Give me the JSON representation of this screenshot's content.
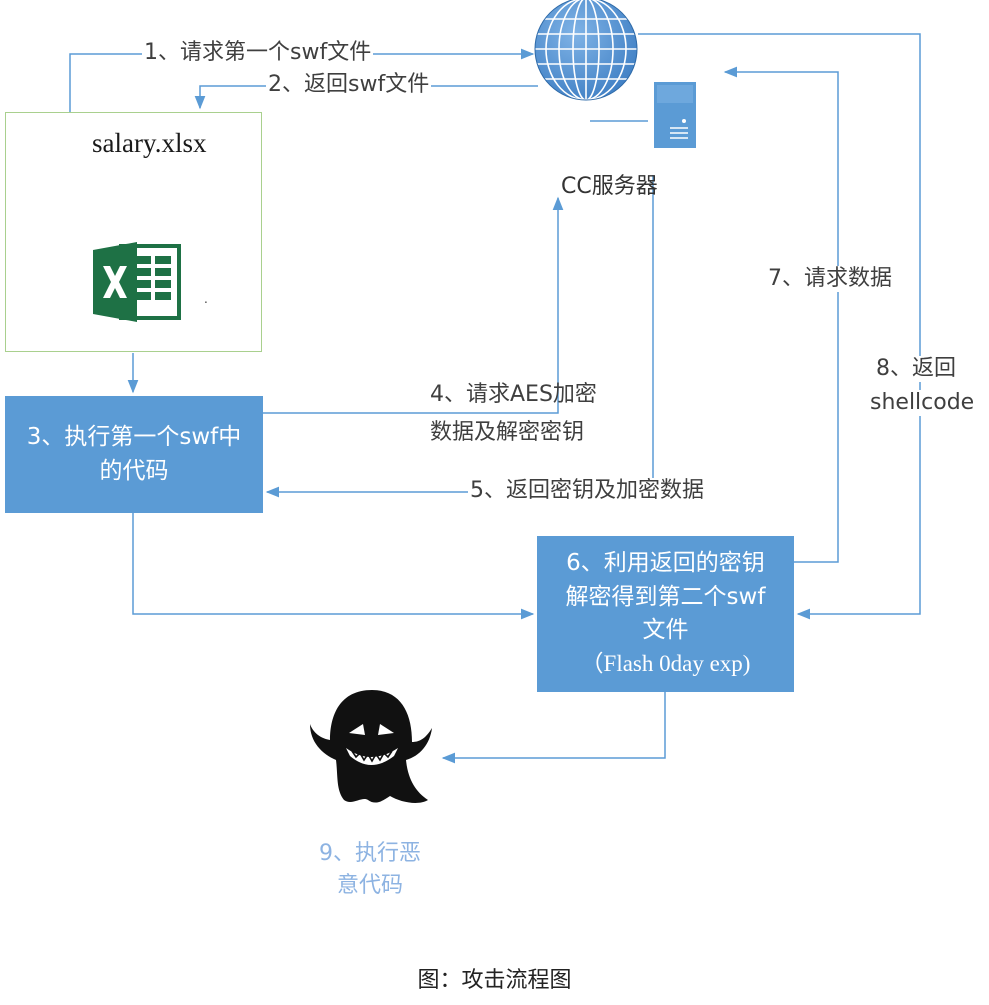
{
  "file": {
    "name": "salary.xlsx"
  },
  "server": {
    "label": "CC服务器"
  },
  "steps": {
    "s1": "1、请求第一个swf文件",
    "s2": "2、返回swf文件",
    "s3_line1": "3、执行第一个swf中",
    "s3_line2": "的代码",
    "s4_line1": "4、请求AES加密",
    "s4_line2": "数据及解密密钥",
    "s5": "5、返回密钥及加密数据",
    "s6_line1": "6、利用返回的密钥",
    "s6_line2": "解密得到第二个swf",
    "s6_line3": "文件",
    "s6_line4": "（Flash 0day exp)",
    "s7": "7、请求数据",
    "s8_line1": "8、返回",
    "s8_line2": "shellcode",
    "s9_line1": "9、执行恶",
    "s9_line2": "意代码"
  },
  "caption": "图：攻击流程图",
  "colors": {
    "arrow": "#5b9bd5",
    "box": "#5b9bd5",
    "excel_green": "#1e7145",
    "excel_border": "#a9d08e",
    "step9_text": "#8db3e2"
  }
}
